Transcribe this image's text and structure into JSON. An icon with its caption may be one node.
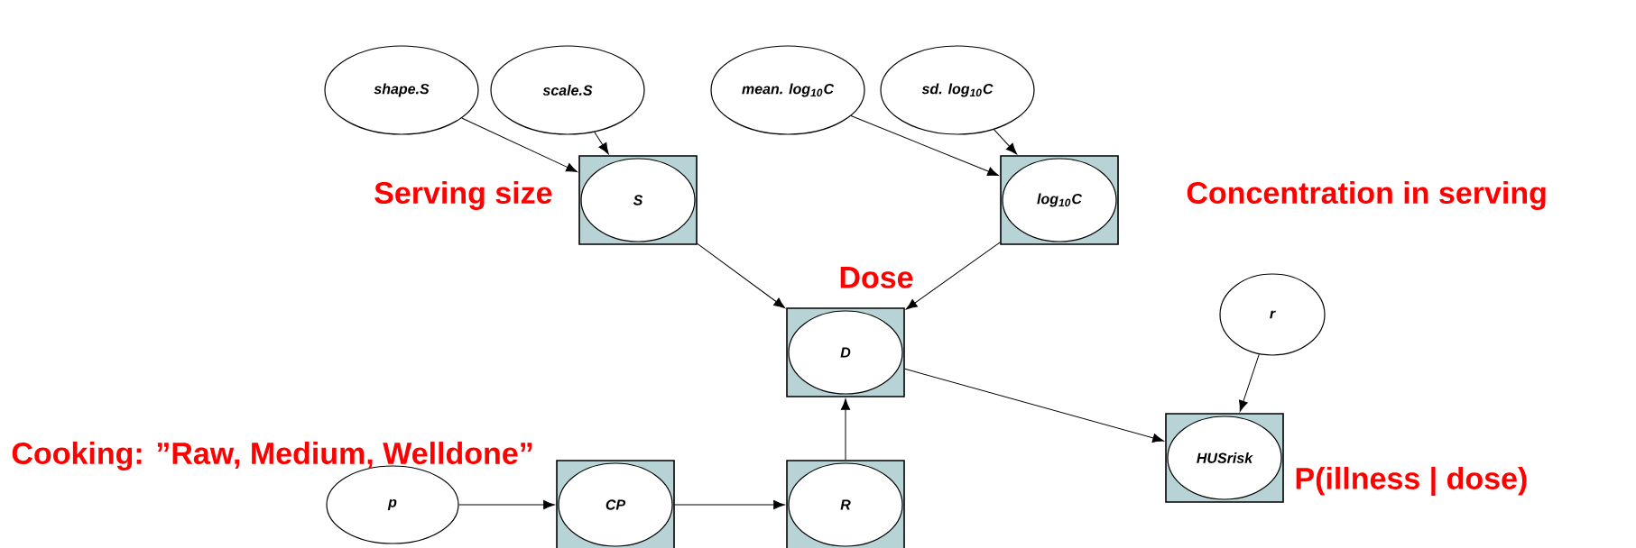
{
  "diagram": {
    "nodes": [
      {
        "text": [
          "shape.S"
        ]
      },
      {
        "text": [
          "scale.S"
        ]
      },
      {
        "text": [
          "mean. log$_{10}$C"
        ]
      },
      {
        "text": [
          "sd. log$_{10}$C"
        ]
      },
      {
        "text": [
          "S"
        ],
        "beside": [
          "Serving size"
        ]
      },
      {
        "text": [
          "log$_{10}$C"
        ],
        "beside": [
          "Concentration in serving"
        ]
      },
      {
        "text": [
          "D"
        ],
        "beside": [
          "Dose"
        ]
      },
      {
        "text": [
          "r"
        ]
      },
      {
        "text": [
          "HUSrisk"
        ],
        "beside": [
          "P(illness | dose)"
        ]
      },
      {
        "text": [
          "p"
        ]
      },
      {
        "text": [
          "CP"
        ]
      },
      {
        "text": [
          "R"
        ]
      }
    ],
    "edges": [
      {
        "from": 0,
        "to": 4,
        "arrow": "to"
      },
      {
        "from": 1,
        "to": 4,
        "arrow": "to"
      },
      {
        "from": 2,
        "to": 5,
        "arrow": "to"
      },
      {
        "from": 3,
        "to": 5,
        "arrow": "to"
      },
      {
        "from": 4,
        "to": 6,
        "arrow": "to"
      },
      {
        "from": 5,
        "to": 6,
        "arrow": "to"
      },
      {
        "from": 6,
        "to": 8,
        "arrow": "to"
      },
      {
        "from": 7,
        "to": 8,
        "arrow": "to"
      },
      {
        "from": 9,
        "to": 10,
        "arrow": "to"
      },
      {
        "from": 10,
        "to": 11,
        "arrow": "to"
      },
      {
        "from": 11,
        "to": 6,
        "arrow": "to"
      }
    ],
    "labels": [
      "Cooking: ”Raw, Medium, Welldone”"
    ]
  }
}
